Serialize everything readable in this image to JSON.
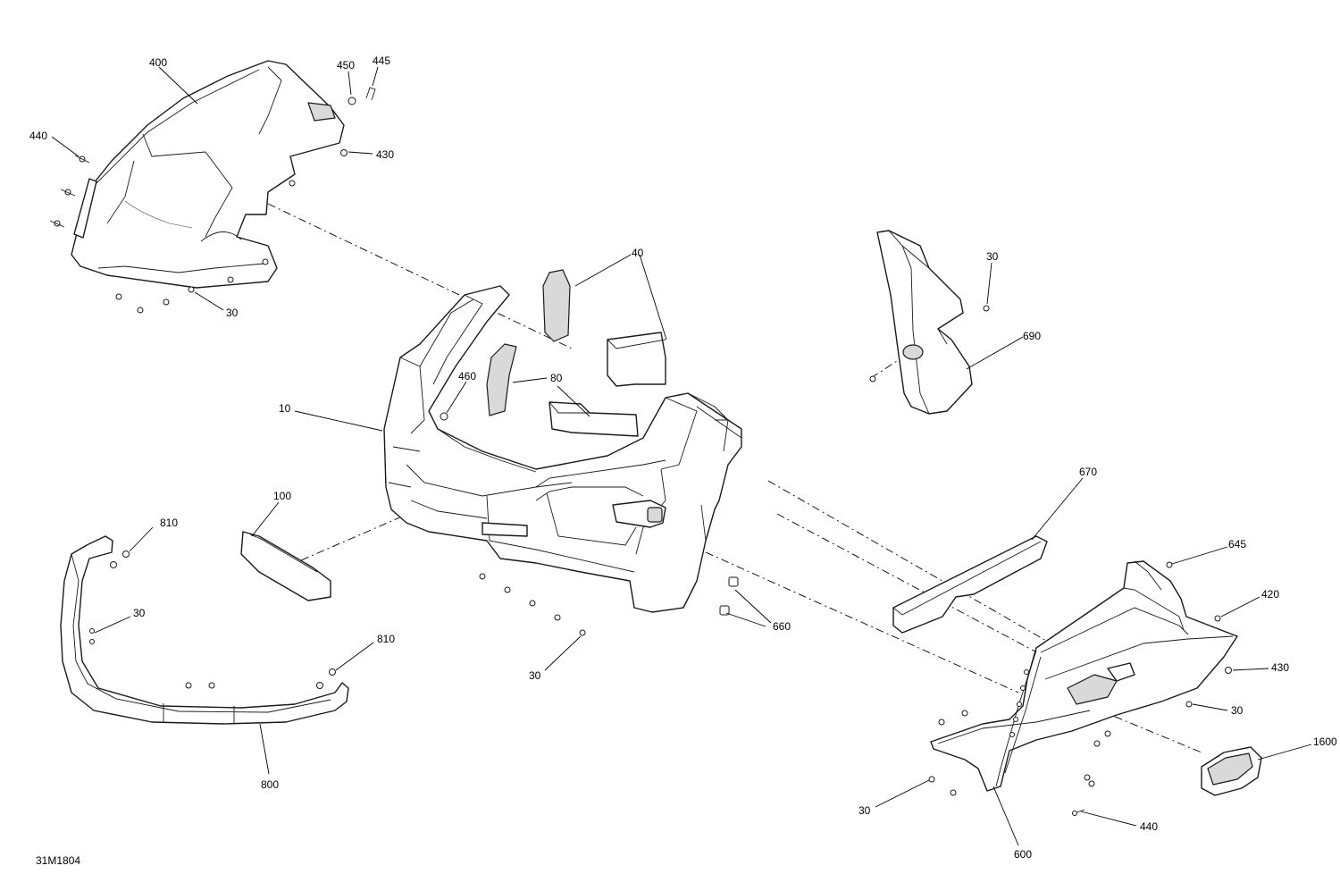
{
  "drawing_id": "31M1804",
  "callouts": {
    "c400": "400",
    "c450": "450",
    "c445": "445",
    "c440_top": "440",
    "c430_top": "430",
    "c30_top": "30",
    "c40": "40",
    "c80": "80",
    "c460": "460",
    "c10": "10",
    "c30_690": "30",
    "c690": "690",
    "c100": "100",
    "c810_top": "810",
    "c30_bumper": "30",
    "c810_bottom": "810",
    "c800": "800",
    "c30_center": "30",
    "c660": "660",
    "c670": "670",
    "c645": "645",
    "c420": "420",
    "c430_right": "430",
    "c30_right": "30",
    "c1600": "1600",
    "c30_bottom_right": "30",
    "c440_bottom": "440",
    "c600": "600"
  }
}
